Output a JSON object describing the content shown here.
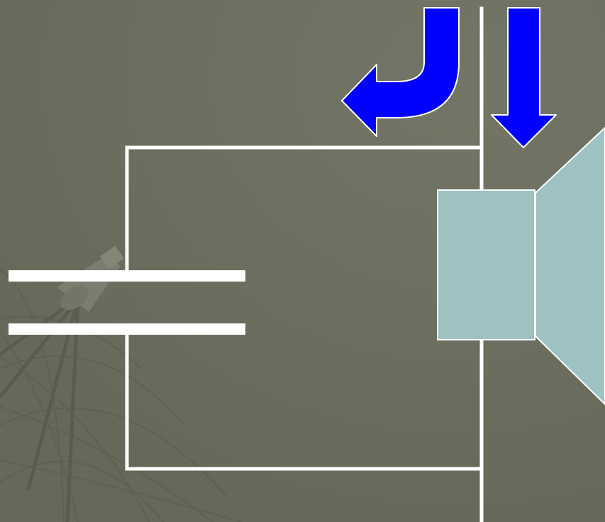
{
  "slide": {
    "background_color": "#6b6d5f",
    "decoration": "satellite-dish-watermark"
  },
  "diagram": {
    "components": [
      {
        "id": "capacitor",
        "kind": "parallel-plate-capacitor"
      },
      {
        "id": "speaker",
        "kind": "loudspeaker"
      }
    ],
    "arrows": [
      {
        "id": "return-arrow",
        "direction": "down-then-left",
        "color": "#0000ff"
      },
      {
        "id": "input-arrow",
        "direction": "down",
        "color": "#0000ff"
      }
    ],
    "colors": {
      "wire": "#ffffff",
      "speaker_fill": "#9dc2c1",
      "arrow_fill": "#0000ff",
      "arrow_outline": "#ffffff"
    }
  }
}
